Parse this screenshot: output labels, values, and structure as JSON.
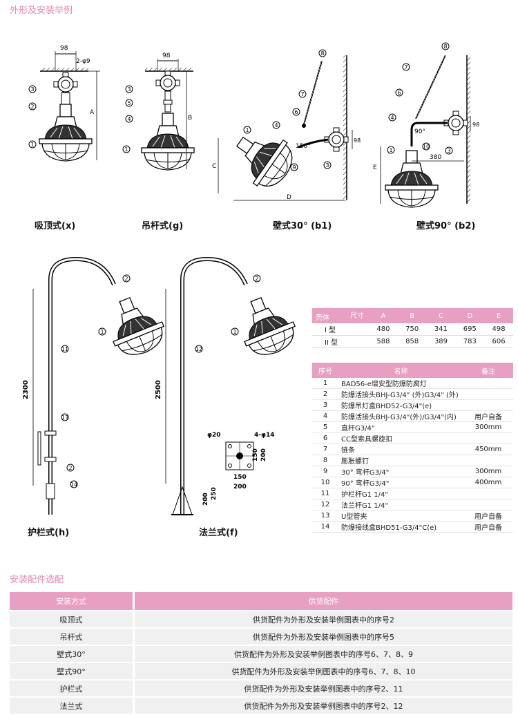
{
  "section1_title": "外形及安装举例",
  "section2_title": "安装配件选配",
  "captions": [
    "吸顶式(x)",
    "吊杆式(g)",
    "壁式30° (b1)",
    "壁式90° (b2)",
    "护栏式(h)",
    "法兰式(f)"
  ],
  "drawing_labels": {
    "dim_98": "98",
    "dim_2phi9": "2-φ9",
    "dim_A": "A",
    "dim_B": "B",
    "dim_C": "C",
    "dim_D": "D",
    "dim_E": "E",
    "dim_150deg": "150°",
    "dim_90deg": "90°",
    "dim_380": "380",
    "dim_2300": "2300",
    "dim_2500": "2500",
    "dim_phi20": "φ20",
    "dim_4phi14": "4-φ14",
    "dim_150": "150",
    "dim_200": "200",
    "dim_250": "250"
  },
  "dimension_table": {
    "corner_top": "尺寸",
    "corner_bottom": "壳体",
    "columns": [
      "A",
      "B",
      "C",
      "D",
      "E"
    ],
    "rows": [
      {
        "type": "I 型",
        "values": [
          "480",
          "750",
          "341",
          "695",
          "498"
        ]
      },
      {
        "type": "II 型",
        "values": [
          "588",
          "858",
          "389",
          "783",
          "606"
        ]
      }
    ]
  },
  "parts_table": {
    "headers": [
      "序号",
      "名称",
      "备注"
    ],
    "rows": [
      {
        "no": "1",
        "name": "BAD56-e增安型防爆防腐灯",
        "remark": ""
      },
      {
        "no": "2",
        "name": "防爆活接头BHJ-G3/4\" (外)G3/4\" (外)",
        "remark": ""
      },
      {
        "no": "3",
        "name": "防爆吊灯盒BHD52-G3/4\"(e)",
        "remark": ""
      },
      {
        "no": "4",
        "name": "防爆活接头BHJ-G3/4\"(外)/G3/4\"(内)",
        "remark": "用户自备"
      },
      {
        "no": "5",
        "name": "直杆G3/4\"",
        "remark": "300mm"
      },
      {
        "no": "6",
        "name": "CC型索具螺旋扣",
        "remark": ""
      },
      {
        "no": "7",
        "name": "链条",
        "remark": "450mm"
      },
      {
        "no": "8",
        "name": "膨胀螺钉",
        "remark": ""
      },
      {
        "no": "9",
        "name": "30° 弯杆G3/4\"",
        "remark": "300mm"
      },
      {
        "no": "10",
        "name": "90° 弯杆G3/4\"",
        "remark": "400mm"
      },
      {
        "no": "11",
        "name": "护栏杆G1 1/4\"",
        "remark": ""
      },
      {
        "no": "12",
        "name": "法兰杆G1 1/4\"",
        "remark": ""
      },
      {
        "no": "13",
        "name": "U型管夹",
        "remark": "用户自备"
      },
      {
        "no": "14",
        "name": "防爆接线盒BHD51-G3/4\"C(e)",
        "remark": "用户自备"
      }
    ]
  },
  "install_table": {
    "headers": [
      "安装方式",
      "供货配件"
    ],
    "rows": [
      {
        "method": "吸顶式",
        "parts": "供货配件为外形及安装举例图表中的序号2"
      },
      {
        "method": "吊杆式",
        "parts": "供货配件为外形及安装举例图表中的序号5"
      },
      {
        "method": "壁式30°",
        "parts": "供货配件为外形及安装举例图表中的序号6、7、8、9"
      },
      {
        "method": "壁式90°",
        "parts": "供货配件为外形及安装举例图表中的序号6、7、8、10"
      },
      {
        "method": "护栏式",
        "parts": "供货配件为外形及安装举例图表中的序号2、11"
      },
      {
        "method": "法兰式",
        "parts": "供货配件为外形及安装举例图表中的序号2、12"
      }
    ]
  }
}
